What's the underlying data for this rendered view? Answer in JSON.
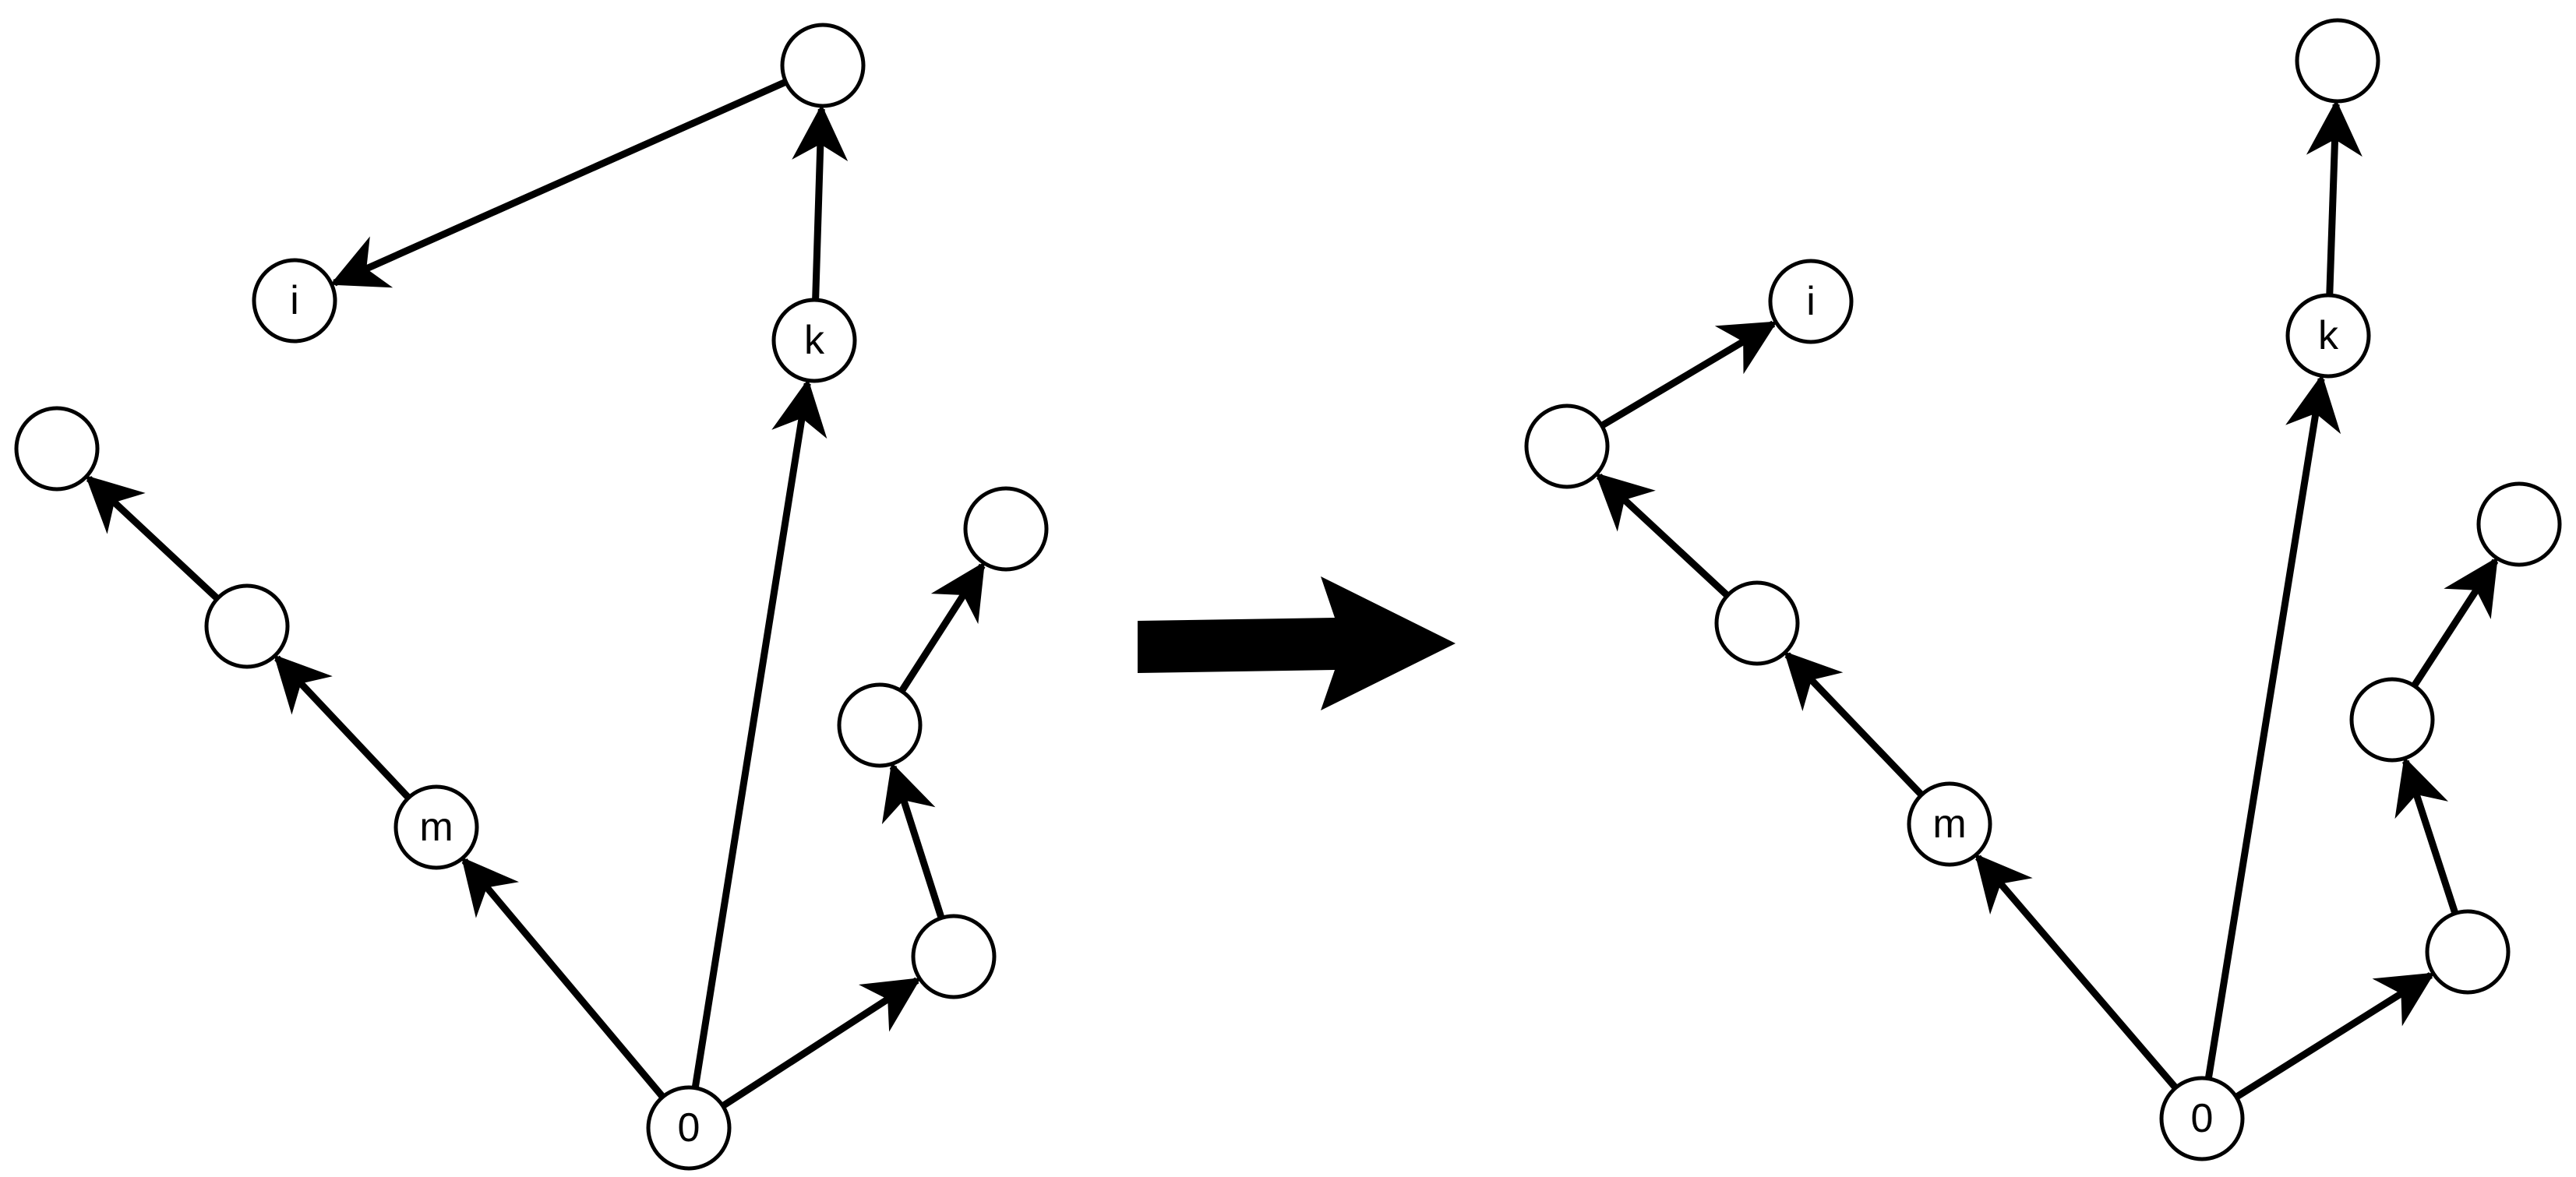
{
  "diagram": {
    "type": "tree-transformation",
    "colors": {
      "stroke": "#000000",
      "node_fill": "#ffffff",
      "background": "#ffffff"
    },
    "transition_arrow": {
      "direction": "right",
      "icon": "thick-right-arrow"
    },
    "before": {
      "nodes": [
        {
          "id": "0",
          "label": "0"
        },
        {
          "id": "m",
          "label": "m"
        },
        {
          "id": "a",
          "label": ""
        },
        {
          "id": "b",
          "label": ""
        },
        {
          "id": "k",
          "label": "k"
        },
        {
          "id": "c",
          "label": ""
        },
        {
          "id": "i",
          "label": "i"
        },
        {
          "id": "d",
          "label": ""
        },
        {
          "id": "e",
          "label": ""
        },
        {
          "id": "f",
          "label": ""
        }
      ],
      "edges": [
        {
          "from": "0",
          "to": "m"
        },
        {
          "from": "m",
          "to": "a"
        },
        {
          "from": "a",
          "to": "b"
        },
        {
          "from": "0",
          "to": "k"
        },
        {
          "from": "k",
          "to": "c"
        },
        {
          "from": "c",
          "to": "i"
        },
        {
          "from": "0",
          "to": "d"
        },
        {
          "from": "d",
          "to": "e"
        },
        {
          "from": "e",
          "to": "f"
        }
      ]
    },
    "after": {
      "nodes": [
        {
          "id": "0",
          "label": "0"
        },
        {
          "id": "m",
          "label": "m"
        },
        {
          "id": "a",
          "label": ""
        },
        {
          "id": "b",
          "label": ""
        },
        {
          "id": "i",
          "label": "i"
        },
        {
          "id": "k",
          "label": "k"
        },
        {
          "id": "c",
          "label": ""
        },
        {
          "id": "d",
          "label": ""
        },
        {
          "id": "e",
          "label": ""
        },
        {
          "id": "f",
          "label": ""
        }
      ],
      "edges": [
        {
          "from": "0",
          "to": "m"
        },
        {
          "from": "m",
          "to": "a"
        },
        {
          "from": "a",
          "to": "b"
        },
        {
          "from": "b",
          "to": "i"
        },
        {
          "from": "0",
          "to": "k"
        },
        {
          "from": "k",
          "to": "c"
        },
        {
          "from": "0",
          "to": "d"
        },
        {
          "from": "d",
          "to": "e"
        },
        {
          "from": "e",
          "to": "f"
        }
      ]
    }
  }
}
